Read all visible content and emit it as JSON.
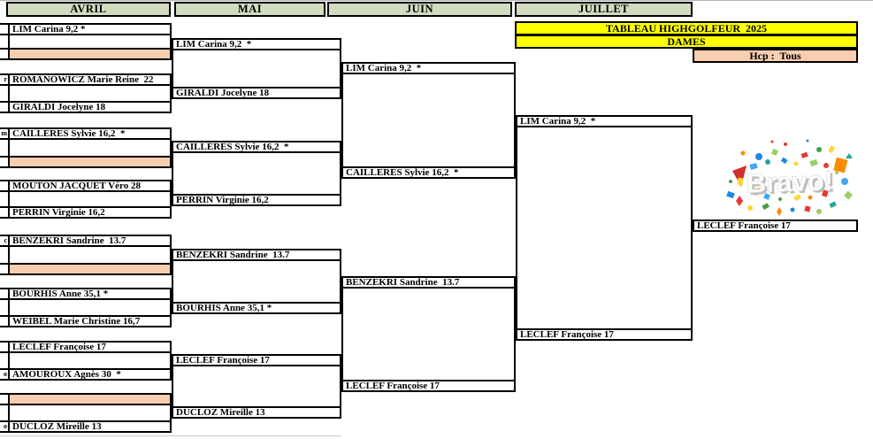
{
  "sheet": {
    "months": [
      "AVRIL",
      "MAI",
      "JUIN",
      "JUILLET"
    ],
    "title_line1": "TABLEAU HIGHGOLFEUR  2025",
    "title_line2": "DAMES",
    "hcp_label": "Hcp :  Tous"
  },
  "bracket": {
    "avril": [
      {
        "label": "LIM Carina 9,2 *",
        "bye": false,
        "fragment": ""
      },
      {
        "label": "",
        "bye": true,
        "fragment": ""
      },
      {
        "label": "ROMANOWICZ Marie Reine  22",
        "bye": false,
        "fragment": "r"
      },
      {
        "label": "GIRALDI Jocelyne 18",
        "bye": false,
        "fragment": ""
      },
      {
        "label": "CAILLERES Sylvie 16,2  *",
        "bye": false,
        "fragment": "m"
      },
      {
        "label": "",
        "bye": true,
        "fragment": ""
      },
      {
        "label": "MOUTON JACQUET Véro 28",
        "bye": false,
        "fragment": ""
      },
      {
        "label": "PERRIN Virginie 16,2",
        "bye": false,
        "fragment": ""
      },
      {
        "label": "BENZEKRI Sandrine  13.7",
        "bye": false,
        "fragment": "c"
      },
      {
        "label": "",
        "bye": true,
        "fragment": ""
      },
      {
        "label": "BOURHIS Anne 35,1 *",
        "bye": false,
        "fragment": ""
      },
      {
        "label": "WEIBEL Marie Christine 16,7",
        "bye": false,
        "fragment": ""
      },
      {
        "label": "LECLEF Françoise 17",
        "bye": false,
        "fragment": ""
      },
      {
        "label": "AMOUROUX Agnès 30  *",
        "bye": false,
        "fragment": "o"
      },
      {
        "label": "",
        "bye": true,
        "fragment": ""
      },
      {
        "label": "DUCLOZ Mireille 13",
        "bye": false,
        "fragment": "o"
      }
    ],
    "mai": [
      {
        "label": "LIM Carina 9,2  *"
      },
      {
        "label": "GIRALDI Jocelyne 18"
      },
      {
        "label": "CAILLERES Sylvie 16,2  *"
      },
      {
        "label": "PERRIN Virginie 16,2"
      },
      {
        "label": "BENZEKRI Sandrine  13.7"
      },
      {
        "label": "BOURHIS Anne 35,1 *"
      },
      {
        "label": "LECLEF Françoise 17"
      },
      {
        "label": "DUCLOZ Mireille 13"
      }
    ],
    "juin": [
      {
        "label": "LIM Carina 9,2  *"
      },
      {
        "label": "CAILLERES Sylvie 16,2  *"
      },
      {
        "label": "BENZEKRI Sandrine  13.7"
      },
      {
        "label": "LECLEF Françoise 17"
      }
    ],
    "juillet": [
      {
        "label": "LIM Carina 9,2  *"
      },
      {
        "label": "LECLEF Françoise 17"
      }
    ],
    "champion": {
      "label": "LECLEF Françoise 17"
    }
  },
  "bravo": {
    "text": "Bravo!"
  },
  "colors": {
    "header_green": "#d2ddc0",
    "bye_peach": "#f8cdb0",
    "title_yellow": "#ffff00",
    "hcp_peach": "#f8cdb0"
  }
}
